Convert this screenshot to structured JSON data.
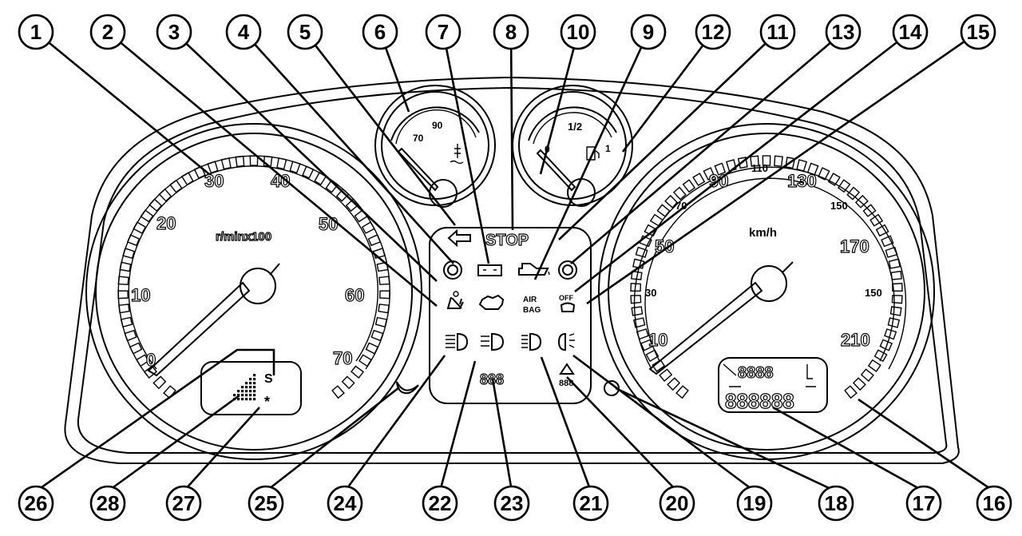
{
  "tachometer": {
    "unit": "r/minx100",
    "scale_labels": [
      "0",
      "10",
      "20",
      "30",
      "40",
      "50",
      "60",
      "70"
    ]
  },
  "temperature_gauge": {
    "scale_labels": [
      "70",
      "90"
    ]
  },
  "fuel_gauge": {
    "scale_labels": [
      "0",
      "1/2",
      "1"
    ]
  },
  "speedometer": {
    "unit": "km/h",
    "major_labels": [
      "10",
      "50",
      "90",
      "130",
      "170",
      "210"
    ],
    "minor_labels": [
      "30",
      "70",
      "110",
      "150",
      "150"
    ]
  },
  "warning_panel": {
    "stop_label": "STOP",
    "airbag_label_1": "AIR",
    "airbag_label_2": "BAG",
    "passenger_off_label": "OFF",
    "led_segments": "888",
    "triangle_caption": "888"
  },
  "odometer_display": {
    "top_digits": "8888",
    "bottom_digits": "888888"
  },
  "left_display": {
    "s_label": "S",
    "snow_label": "*"
  },
  "callouts": {
    "top": [
      "1",
      "2",
      "3",
      "4",
      "5",
      "6",
      "7",
      "8",
      "10",
      "9",
      "12",
      "11",
      "13",
      "14",
      "15"
    ],
    "bottom": [
      "26",
      "28",
      "27",
      "25",
      "24",
      "22",
      "23",
      "21",
      "20",
      "19",
      "18",
      "17",
      "16"
    ]
  }
}
